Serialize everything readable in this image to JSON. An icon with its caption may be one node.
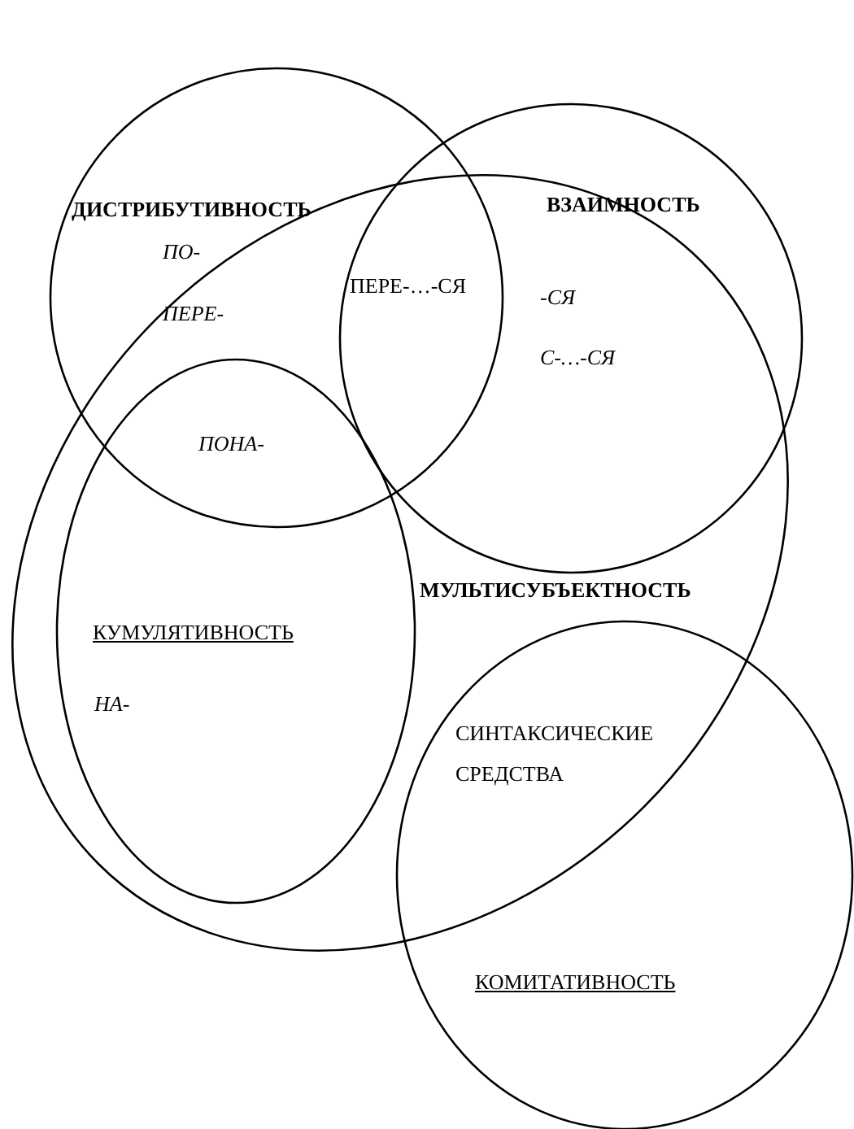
{
  "diagram": {
    "nodes": [
      {
        "text": [
          "ДИСТРИБУТИВНОСТЬ"
        ]
      },
      {
        "text": [
          "ВЗАИМНОСТЬ"
        ]
      },
      {
        "text": [
          "МУЛЬТИСУБЪЕКТНОСТЬ"
        ]
      },
      {
        "text": [
          "КУМУЛЯТИВНОСТЬ"
        ],
        "in": 2
      },
      {
        "text": [
          "КОМИТАТИВНОСТЬ"
        ]
      }
    ],
    "labels": [
      "ПО-",
      "ПЕРЕ-",
      "ПЕРЕ-…-СЯ",
      "-СЯ",
      "С-…-СЯ",
      "ПОНА-",
      "НА-",
      "СИНТАКСИЧЕСКИЕ СРЕДСТВА"
    ]
  }
}
